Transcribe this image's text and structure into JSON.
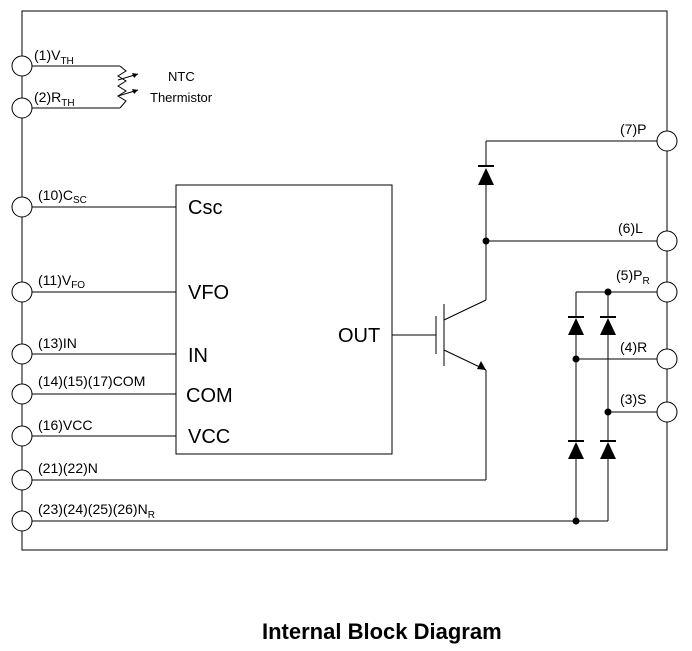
{
  "pins": {
    "vth": {
      "num": "(1)V",
      "sub": "TH"
    },
    "rth": {
      "num": "(2)R",
      "sub": "TH"
    },
    "csc": {
      "num": "(10)C",
      "sub": "SC"
    },
    "vfo": {
      "num": "(11)V",
      "sub": "FO"
    },
    "in": {
      "num": "(13)IN"
    },
    "com": {
      "num": "(14)(15)(17)COM"
    },
    "vcc": {
      "num": "(16)VCC"
    },
    "n": {
      "num": "(21)(22)N"
    },
    "nr": {
      "num": "(23)(24)(25)(26)N",
      "sub": "R"
    },
    "p": {
      "num": "(7)P"
    },
    "l": {
      "num": "(6)L"
    },
    "pr": {
      "num": "(5)P",
      "sub": "R"
    },
    "r": {
      "num": "(4)R"
    },
    "s": {
      "num": "(3)S"
    }
  },
  "ntc": {
    "line1": "NTC",
    "line2": "Thermistor"
  },
  "ic_block": {
    "csc": "Csc",
    "vfo": "VFO",
    "in": "IN",
    "com": "COM",
    "vcc": "VCC",
    "out": "OUT"
  },
  "caption": "Internal Block Diagram"
}
